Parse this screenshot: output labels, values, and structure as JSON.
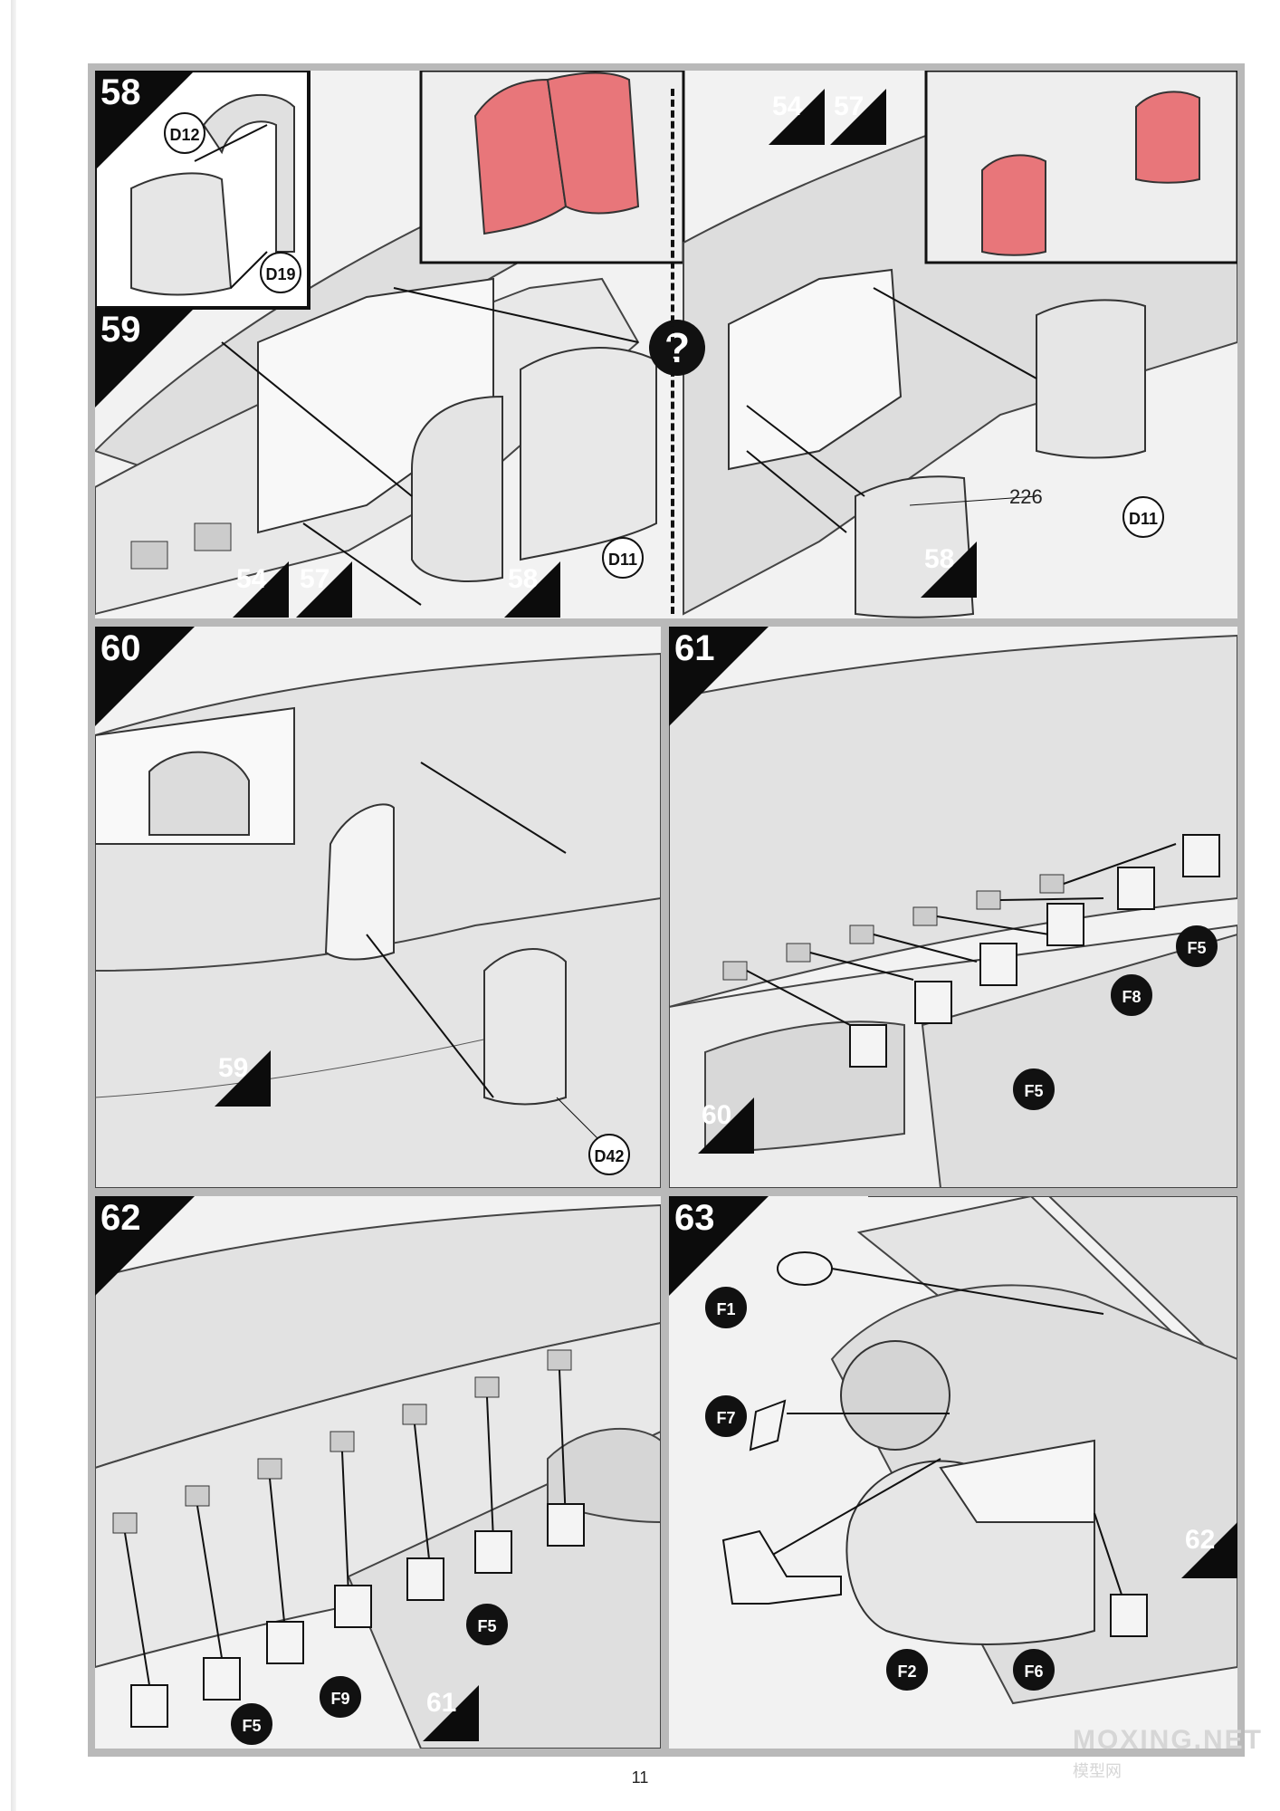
{
  "page": {
    "number": "11",
    "watermark": "MOXING.NET",
    "watermark_sub": "模型网"
  },
  "steps": {
    "s58": "58",
    "s59": "59",
    "s60": "60",
    "s61": "61",
    "s62": "62",
    "s63": "63"
  },
  "refs": {
    "r54a": "54",
    "r57a": "57",
    "r58a": "58",
    "r54b": "54",
    "r57b": "57",
    "r58b": "58",
    "r59": "59",
    "r60": "60",
    "r61": "61",
    "r62": "62"
  },
  "parts": {
    "d12": "D12",
    "d19": "D19",
    "d11a": "D11",
    "d11b": "D11",
    "d42": "D42",
    "f5_61a": "F5",
    "f8": "F8",
    "f5_61b": "F5",
    "f5_62a": "F5",
    "f9": "F9",
    "f5_62b": "F5",
    "f1": "F1",
    "f7": "F7",
    "f2": "F2",
    "f6": "F6",
    "paint226": "226"
  },
  "question_mark": "?",
  "colors": {
    "highlight": "#e8767a",
    "panel": "#f2f2f2",
    "frame": "#b9b9b9",
    "ink": "#111111"
  }
}
